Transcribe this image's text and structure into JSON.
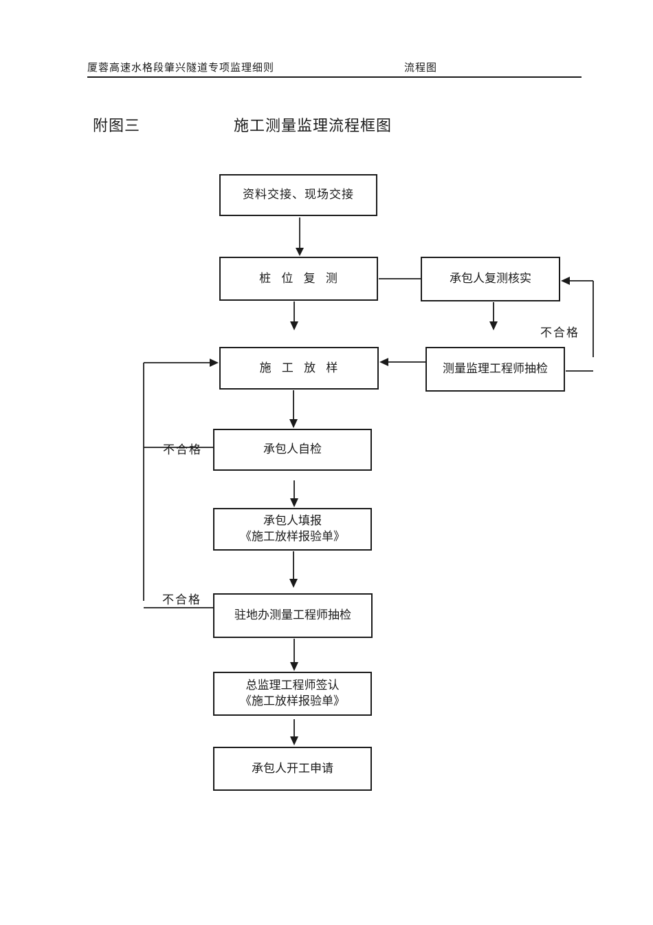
{
  "header": {
    "left": "厦蓉高速水格段肇兴隧道专项监理细则",
    "right": "流程图"
  },
  "title": {
    "figure_label": "附图三",
    "text": "施工测量监理流程框图"
  },
  "flowchart": {
    "nodes": [
      {
        "id": "n1",
        "label": "资料交接、现场交接"
      },
      {
        "id": "n2",
        "label": "桩 位 复 测"
      },
      {
        "id": "n3",
        "label": "承包人复测核实"
      },
      {
        "id": "n4",
        "label": "施 工 放 样"
      },
      {
        "id": "n5",
        "label": "测量监理工程师抽检"
      },
      {
        "id": "n6",
        "label": "承包人自检"
      },
      {
        "id": "n7",
        "lines": [
          "承包人填报",
          "《施工放样报验单》"
        ]
      },
      {
        "id": "n8",
        "label": "驻地办测量工程师抽检"
      },
      {
        "id": "n9",
        "lines": [
          "总监理工程师签认",
          "《施工放样报验单》"
        ]
      },
      {
        "id": "n10",
        "label": "承包人开工申请"
      }
    ],
    "edges": [
      {
        "from": "n1",
        "to": "n2"
      },
      {
        "from": "n2",
        "to": "n3"
      },
      {
        "from": "n3",
        "to": "n5"
      },
      {
        "from": "n5",
        "to": "n3",
        "label": "不合格"
      },
      {
        "from": "n5",
        "to": "n4"
      },
      {
        "from": "n2",
        "to": "n4"
      },
      {
        "from": "n4",
        "to": "n6"
      },
      {
        "from": "n6",
        "to": "n4",
        "label": "不合格"
      },
      {
        "from": "n6",
        "to": "n7"
      },
      {
        "from": "n7",
        "to": "n8"
      },
      {
        "from": "n8",
        "to": "n4",
        "label": "不合格"
      },
      {
        "from": "n8",
        "to": "n9"
      },
      {
        "from": "n9",
        "to": "n10"
      }
    ]
  },
  "colors": {
    "ink": "#1a1a1a",
    "paper": "#ffffff"
  }
}
